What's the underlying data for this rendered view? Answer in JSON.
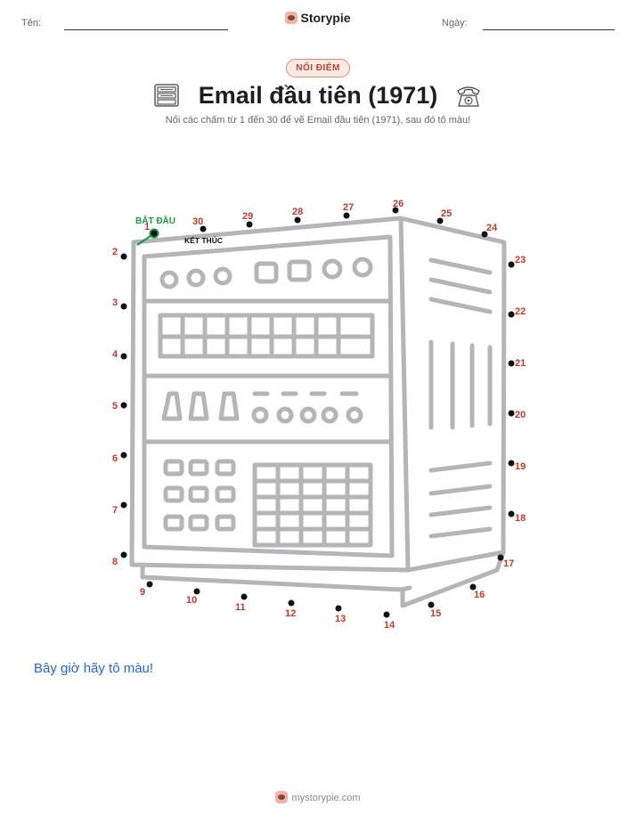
{
  "header": {
    "name_label": "Tên:",
    "date_label": "Ngày:",
    "brand": "Storypie"
  },
  "badge": "NỐI ĐIỂM",
  "title": "Email đầu tiên (1971)",
  "subtitle": "Nối các chấm từ 1 đến 30 để vẽ Email đầu tiên (1971), sau đó tô màu!",
  "start_label": "BẮT ĐẦU",
  "end_label": "KẾT THÚC",
  "dots": [
    "1",
    "2",
    "3",
    "4",
    "5",
    "6",
    "7",
    "8",
    "9",
    "10",
    "11",
    "12",
    "13",
    "14",
    "15",
    "16",
    "17",
    "18",
    "19",
    "20",
    "21",
    "22",
    "23",
    "24",
    "25",
    "26",
    "27",
    "28",
    "29",
    "30"
  ],
  "color_prompt": "Bây giờ hãy tô màu!",
  "footer": "mystorypie.com",
  "colors": {
    "dot_number": "#c0392b",
    "start": "#1a9641",
    "prompt": "#2563d6",
    "outline": "#b5b5b8"
  },
  "icons": {
    "left": "computer-icon",
    "right": "telephone-icon",
    "brand": "storypie-logo-icon"
  }
}
